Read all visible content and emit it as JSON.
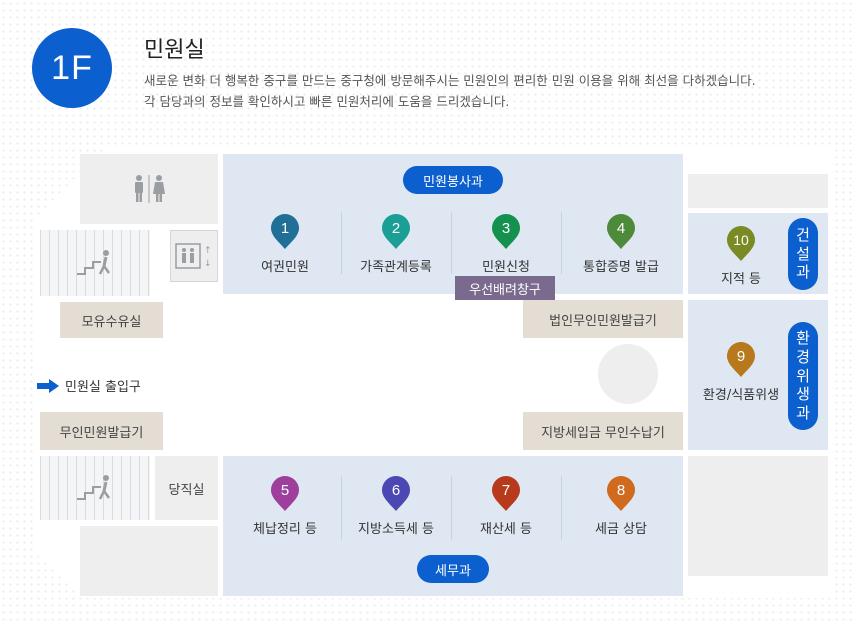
{
  "header": {
    "floor": "1F",
    "title": "민원실",
    "desc_line1": "새로운 변화 더 행복한 중구를 만드는 중구청에 방문해주시는 민원인의 편리한 민원 이용을 위해 최선을 다하겠습니다.",
    "desc_line2": "각 담당과의 정보를 확인하시고 빠른 민원처리에 도움을 드리겠습니다."
  },
  "colors": {
    "primary_blue": "#0c5fcf",
    "room_blue": "#dfe8f2",
    "facility_beige": "#e3ddd4",
    "priority_purple": "#7a6a8e"
  },
  "departments": {
    "civil_service": "민원봉사과",
    "tax": "세무과",
    "construction": [
      "건",
      "설",
      "과"
    ],
    "environment": [
      "환",
      "경",
      "위",
      "생",
      "과"
    ]
  },
  "windows": [
    {
      "num": "1",
      "label": "여권민원",
      "color": "#1f6f96"
    },
    {
      "num": "2",
      "label": "가족관계등록",
      "color": "#1b9e96"
    },
    {
      "num": "3",
      "label": "민원신청",
      "color": "#14914e"
    },
    {
      "num": "4",
      "label": "통합증명 발급",
      "color": "#4d8a3a"
    },
    {
      "num": "5",
      "label": "체납정리 등",
      "color": "#9e3f9d"
    },
    {
      "num": "6",
      "label": "지방소득세 등",
      "color": "#4b48b3"
    },
    {
      "num": "7",
      "label": "재산세 등",
      "color": "#b83a1c"
    },
    {
      "num": "8",
      "label": "세금 상담",
      "color": "#d06a1e"
    },
    {
      "num": "9",
      "label": "환경/식품위생",
      "color": "#b7791c"
    },
    {
      "num": "10",
      "label": "지적 등",
      "color": "#7a8a24"
    }
  ],
  "priority_window": "우선배려창구",
  "facilities": {
    "nursing_room": "모유수유실",
    "entrance": "민원실 출입구",
    "kiosk_left": "무인민원발급기",
    "corp_kiosk": "법인무인민원발급기",
    "tax_kiosk": "지방세입금 무인수납기",
    "duty_room": "당직실"
  },
  "icons": [
    "restroom-icon",
    "elevator-icon",
    "stairs-icon",
    "arrow-right-icon"
  ]
}
